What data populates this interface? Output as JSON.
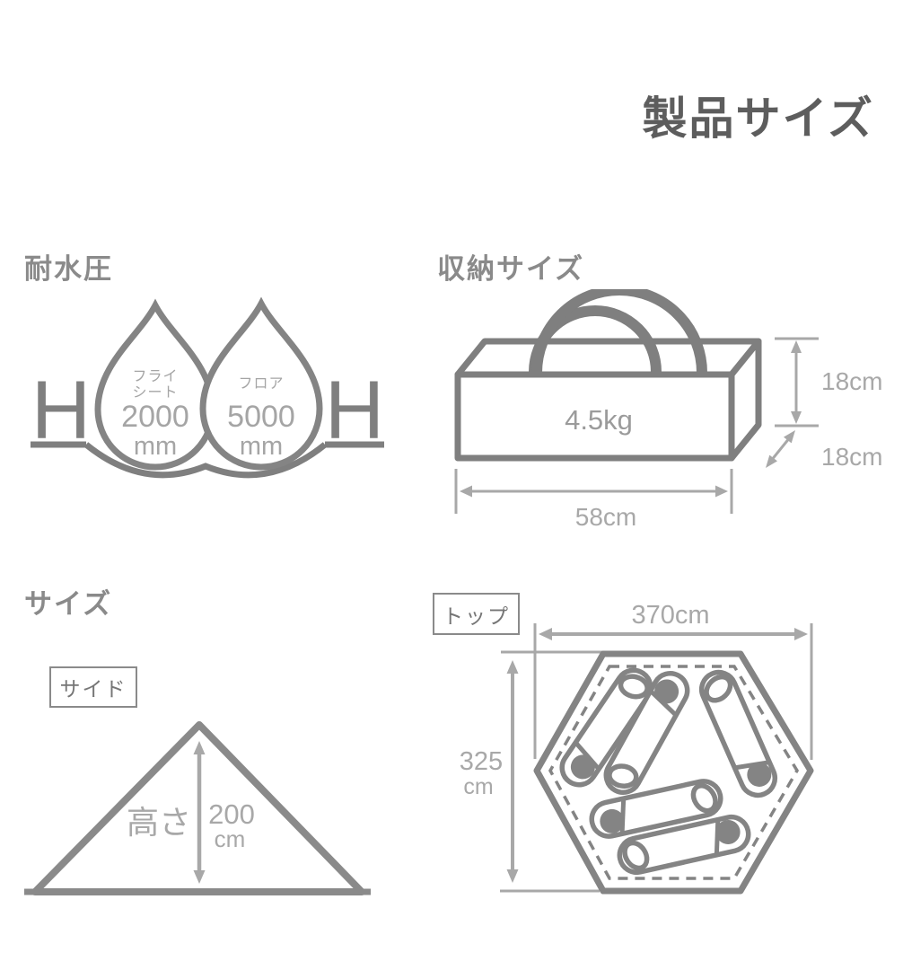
{
  "page": {
    "title": "製品サイズ"
  },
  "colors": {
    "title": "#5d5d5d",
    "heading": "#8a8a8a",
    "icon_stroke": "#848484",
    "dimension": "#a8a8a8",
    "weight_text": "#9b9b9b"
  },
  "water_resistance": {
    "heading": "耐水圧",
    "h_symbol": "H",
    "drops": [
      {
        "label_lines": [
          "フライ",
          "シート"
        ],
        "value": "2000",
        "unit": "mm"
      },
      {
        "label_lines": [
          "フロア"
        ],
        "value": "5000",
        "unit": "mm"
      }
    ]
  },
  "storage": {
    "heading": "収納サイズ",
    "weight": "4.5kg",
    "height": "18cm",
    "depth": "18cm",
    "width": "58cm"
  },
  "size": {
    "heading": "サイズ",
    "side": {
      "tag": "サイド",
      "height_label": "高さ",
      "height_value": "200",
      "height_unit": "cm"
    },
    "top": {
      "tag": "トップ",
      "width": "370cm",
      "depth_value": "325",
      "depth_unit": "cm",
      "sleeper_count": 5
    }
  }
}
